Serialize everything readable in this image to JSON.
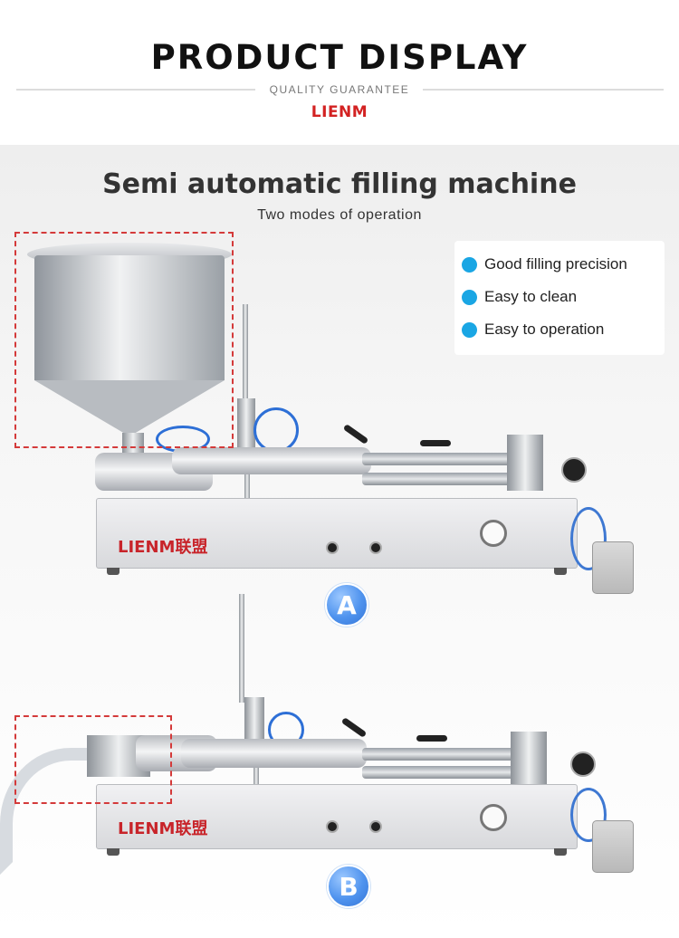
{
  "header": {
    "title": "PRODUCT DISPLAY",
    "subtitle": "QUALITY GUARANTEE",
    "brand": "LIENM"
  },
  "section": {
    "title": "Semi automatic filling machine",
    "subtitle": "Two modes of operation"
  },
  "features": [
    {
      "text": "Good filling precision"
    },
    {
      "text": "Easy to clean"
    },
    {
      "text": "Easy to operation"
    }
  ],
  "machines": [
    {
      "badge": "A",
      "base_logo": "LIENM联盟"
    },
    {
      "badge": "B",
      "base_logo": "LIENM联盟"
    }
  ],
  "colors": {
    "brand_red": "#d32222",
    "bullet_blue": "#1aa6e4",
    "badge_blue": "#4f93ee",
    "dash_red": "#d43a3a"
  }
}
